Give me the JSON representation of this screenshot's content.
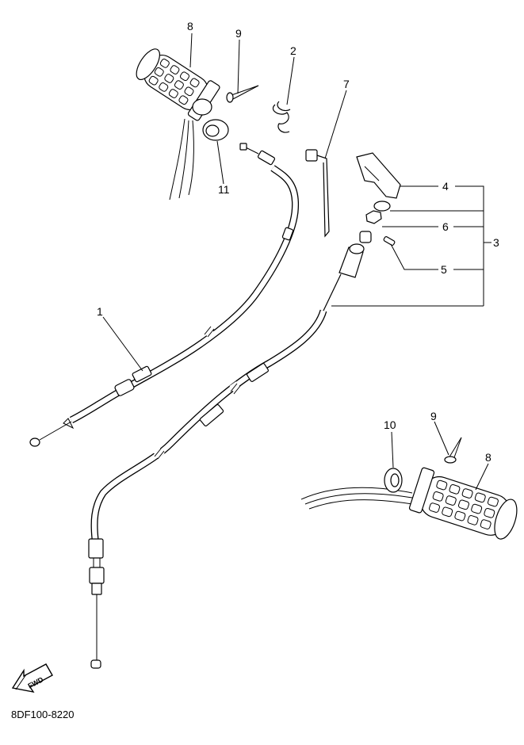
{
  "document_code": "8DF100-8220",
  "fwd_label": "FWD",
  "callouts": [
    {
      "id": "c8a",
      "label": "8"
    },
    {
      "id": "c9a",
      "label": "9"
    },
    {
      "id": "c2",
      "label": "2"
    },
    {
      "id": "c7",
      "label": "7"
    },
    {
      "id": "c11",
      "label": "11"
    },
    {
      "id": "c4",
      "label": "4"
    },
    {
      "id": "c6",
      "label": "6"
    },
    {
      "id": "c3",
      "label": "3"
    },
    {
      "id": "c5",
      "label": "5"
    },
    {
      "id": "c1",
      "label": "1"
    },
    {
      "id": "c10",
      "label": "10"
    },
    {
      "id": "c9b",
      "label": "9"
    },
    {
      "id": "c8b",
      "label": "8"
    }
  ]
}
